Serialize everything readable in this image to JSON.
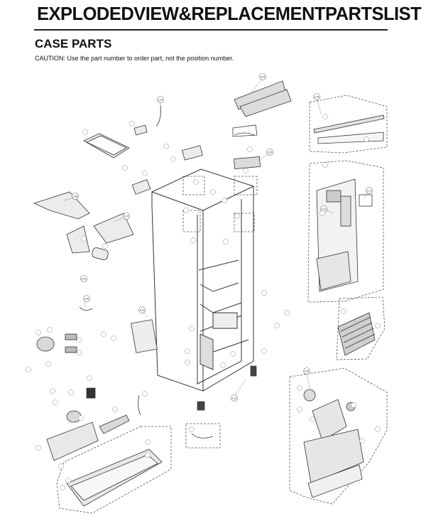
{
  "header": {
    "title": "EXPLODEDVIEW&REPLACEMENTPARTSLIST",
    "section": "CASE PARTS",
    "caution": "CAUTION: Use the part number to order part, not the position number."
  },
  "labels": {
    "bubble_101": "101",
    "bubble_103": "103",
    "bubble_104": "104",
    "bubble_105": "105",
    "bubble_106": "106",
    "bubble_107": "107",
    "bubble_110": "110",
    "bubble_111": "111",
    "bubble_112": "112",
    "bubble_120": "120",
    "bubble_130": "130",
    "bubble_131": "131",
    "bubble_140": "140"
  }
}
